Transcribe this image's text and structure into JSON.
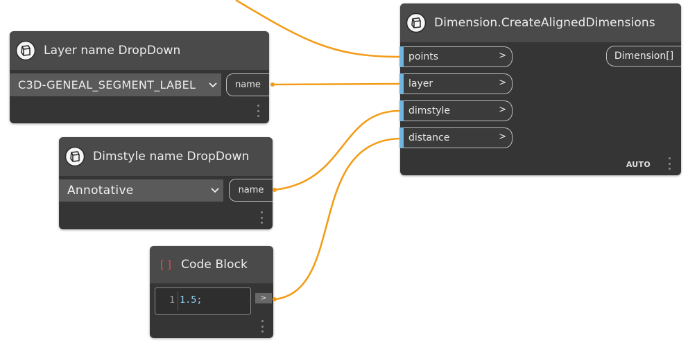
{
  "colors": {
    "wire": "#f39c19",
    "node_body": "#353535",
    "node_header": "#4a4a4a",
    "input_port_marker": "#6fb5e0",
    "code_text": "#8fd2f5",
    "canvas": "#ffffff"
  },
  "layer_node": {
    "title": "Layer name DropDown",
    "icon": "dynamo-node-icon",
    "selected_value": "C3D-GENEAL_SEGMENT_LABEL",
    "output_label": "name"
  },
  "dimstyle_node": {
    "title": "Dimstyle name DropDown",
    "icon": "dynamo-node-icon",
    "selected_value": "Annotative",
    "output_label": "name"
  },
  "code_block_node": {
    "title": "Code Block",
    "icon": "code-block-brackets-icon",
    "line_number": "1",
    "code": "1.5;",
    "output_arrow": ">"
  },
  "dimension_node": {
    "title": "Dimension.CreateAlignedDimensions",
    "icon": "dynamo-node-icon",
    "inputs": [
      {
        "label": "points",
        "arrow": ">"
      },
      {
        "label": "layer",
        "arrow": ">"
      },
      {
        "label": "dimstyle",
        "arrow": ">"
      },
      {
        "label": "distance",
        "arrow": ">"
      }
    ],
    "output_label": "Dimension[]",
    "lacing": "AUTO"
  }
}
